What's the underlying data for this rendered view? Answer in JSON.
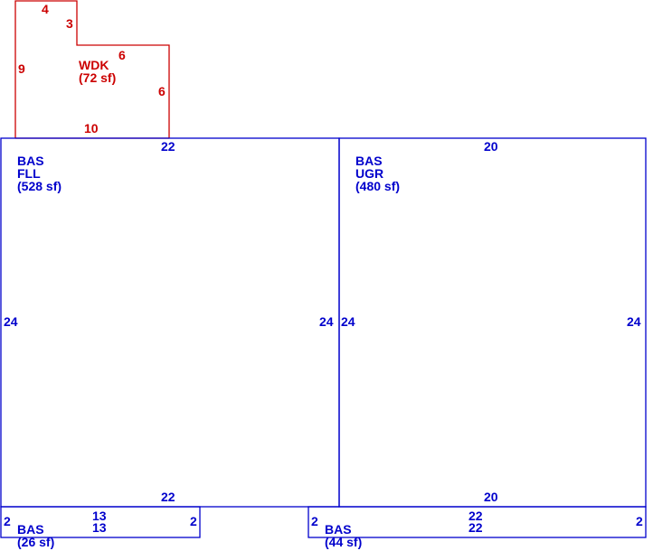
{
  "colors": {
    "base": "#0000cc",
    "deck": "#cc0000"
  },
  "areas": {
    "wdk": {
      "code": "WDK",
      "area": "(72 sf)"
    },
    "bas_fll": {
      "code": "BAS",
      "sub": "FLL",
      "area": "(528 sf)"
    },
    "bas_ugr": {
      "code": "BAS",
      "sub": "UGR",
      "area": "(480 sf)"
    },
    "bas_small_left": {
      "code": "BAS",
      "area": "(26 sf)"
    },
    "bas_small_right": {
      "code": "BAS",
      "area": "(44 sf)"
    }
  },
  "dims": {
    "wdk_top": "4",
    "wdk_step": "3",
    "wdk_left": "9",
    "wdk_upper_right": "6",
    "wdk_right": "6",
    "wdk_bottom": "10",
    "fll_top": "22",
    "fll_left": "24",
    "fll_right": "24",
    "fll_bottom": "22",
    "ugr_top": "20",
    "ugr_left": "24",
    "ugr_right": "24",
    "ugr_bottom": "20",
    "sl_top_a": "13",
    "sl_top_b": "13",
    "sl_left": "2",
    "sl_right": "2",
    "sr_top_a": "22",
    "sr_top_b": "22",
    "sr_left": "2",
    "sr_right": "2"
  }
}
